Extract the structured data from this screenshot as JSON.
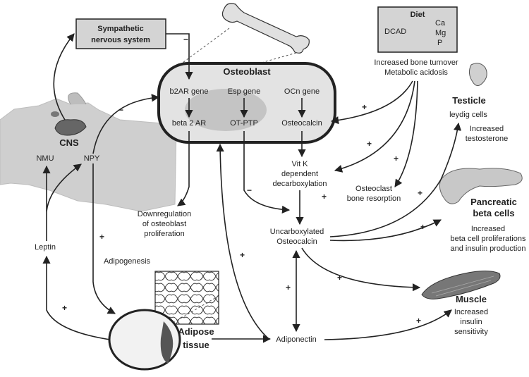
{
  "nodes": {
    "sympathetic": [
      "Sympathetic",
      "nervous system"
    ],
    "osteoblast": "Osteoblast",
    "b2ar_gene": "b2AR gene",
    "esp_gene": "Esp gene",
    "ocn_gene": "OCn gene",
    "beta2ar": "beta 2 AR",
    "otptp": "OT-PTP",
    "osteocalcin": "Osteocalcin",
    "diet": {
      "title": "Diet",
      "items": [
        "DCAD",
        "Ca",
        "Mg",
        "P"
      ]
    },
    "diet_effects": [
      "Increased bone turnover",
      "Metabolic acidosis"
    ],
    "testicle": {
      "title": "Testicle",
      "lines": [
        "leydig cells",
        "Increased",
        "testosterone"
      ]
    },
    "cns": "CNS",
    "nmu": "NMU",
    "npy": "NPY",
    "vitk": [
      "Vit K",
      "dependent",
      "decarboxylation"
    ],
    "osteoclast": [
      "Osteoclast",
      "bone resorption"
    ],
    "downregulation": [
      "Downregulation",
      "of osteoblast",
      "proliferation"
    ],
    "uncarb": [
      "Uncarboxylated",
      "Osteocalcin"
    ],
    "pancreatic": {
      "title": [
        "Pancreatic",
        "beta cells"
      ],
      "lines": [
        "Increased",
        "beta cell proliferations",
        "and insulin production"
      ]
    },
    "leptin": "Leptin",
    "adipogenesis": "Adipogenesis",
    "muscle": {
      "title": "Muscle",
      "lines": [
        "Increased",
        "insulin",
        "sensitivity"
      ]
    },
    "adipose": [
      "Adipose",
      "tissue"
    ],
    "adiponectin": "Adiponectin"
  },
  "signs": {
    "sns_to_b2ar": "−",
    "npy_to_osteoblast": "−",
    "otptp_to_uncarb": "−",
    "diet_to_osteocalcin": "+",
    "diet_to_vitk": "+",
    "diet_to_osteoclast": "+",
    "osteoclast_to_uncarb": "+",
    "uncarb_to_testicle": "+",
    "uncarb_to_pancreas": "+",
    "uncarb_to_muscle": "+",
    "uncarb_adiponectin": "+",
    "adiponectin_to_osteoblast": "+",
    "adiponectin_to_muscle": "+",
    "npy_to_adipose": "+",
    "adipose_to_leptin": "+"
  }
}
